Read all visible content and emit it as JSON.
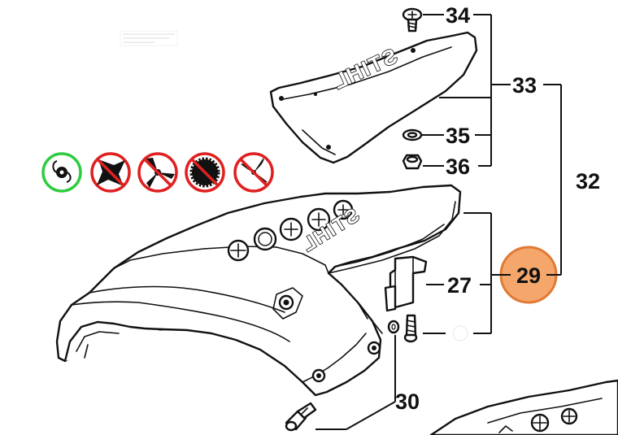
{
  "part_labels": {
    "p34": "34",
    "p33": "33",
    "p35": "35",
    "p36": "36",
    "p32": "32",
    "p27": "27",
    "p29": "29",
    "p30": "30"
  },
  "brand_text": {
    "upper_cover": "STIHL",
    "guard": "STIHL"
  },
  "colors": {
    "line": "#111111",
    "highlight_fill": "#f4a66b",
    "highlight_stroke": "#e07a35",
    "allowed_ring": "#2ecc40",
    "prohibited_ring": "#e02020"
  },
  "icons": [
    {
      "name": "trimmer-head-icon",
      "status": "allowed"
    },
    {
      "name": "four-point-blade-icon",
      "status": "prohibited"
    },
    {
      "name": "three-blade-icon",
      "status": "prohibited"
    },
    {
      "name": "saw-blade-icon",
      "status": "prohibited"
    },
    {
      "name": "two-blade-icon",
      "status": "prohibited"
    }
  ]
}
